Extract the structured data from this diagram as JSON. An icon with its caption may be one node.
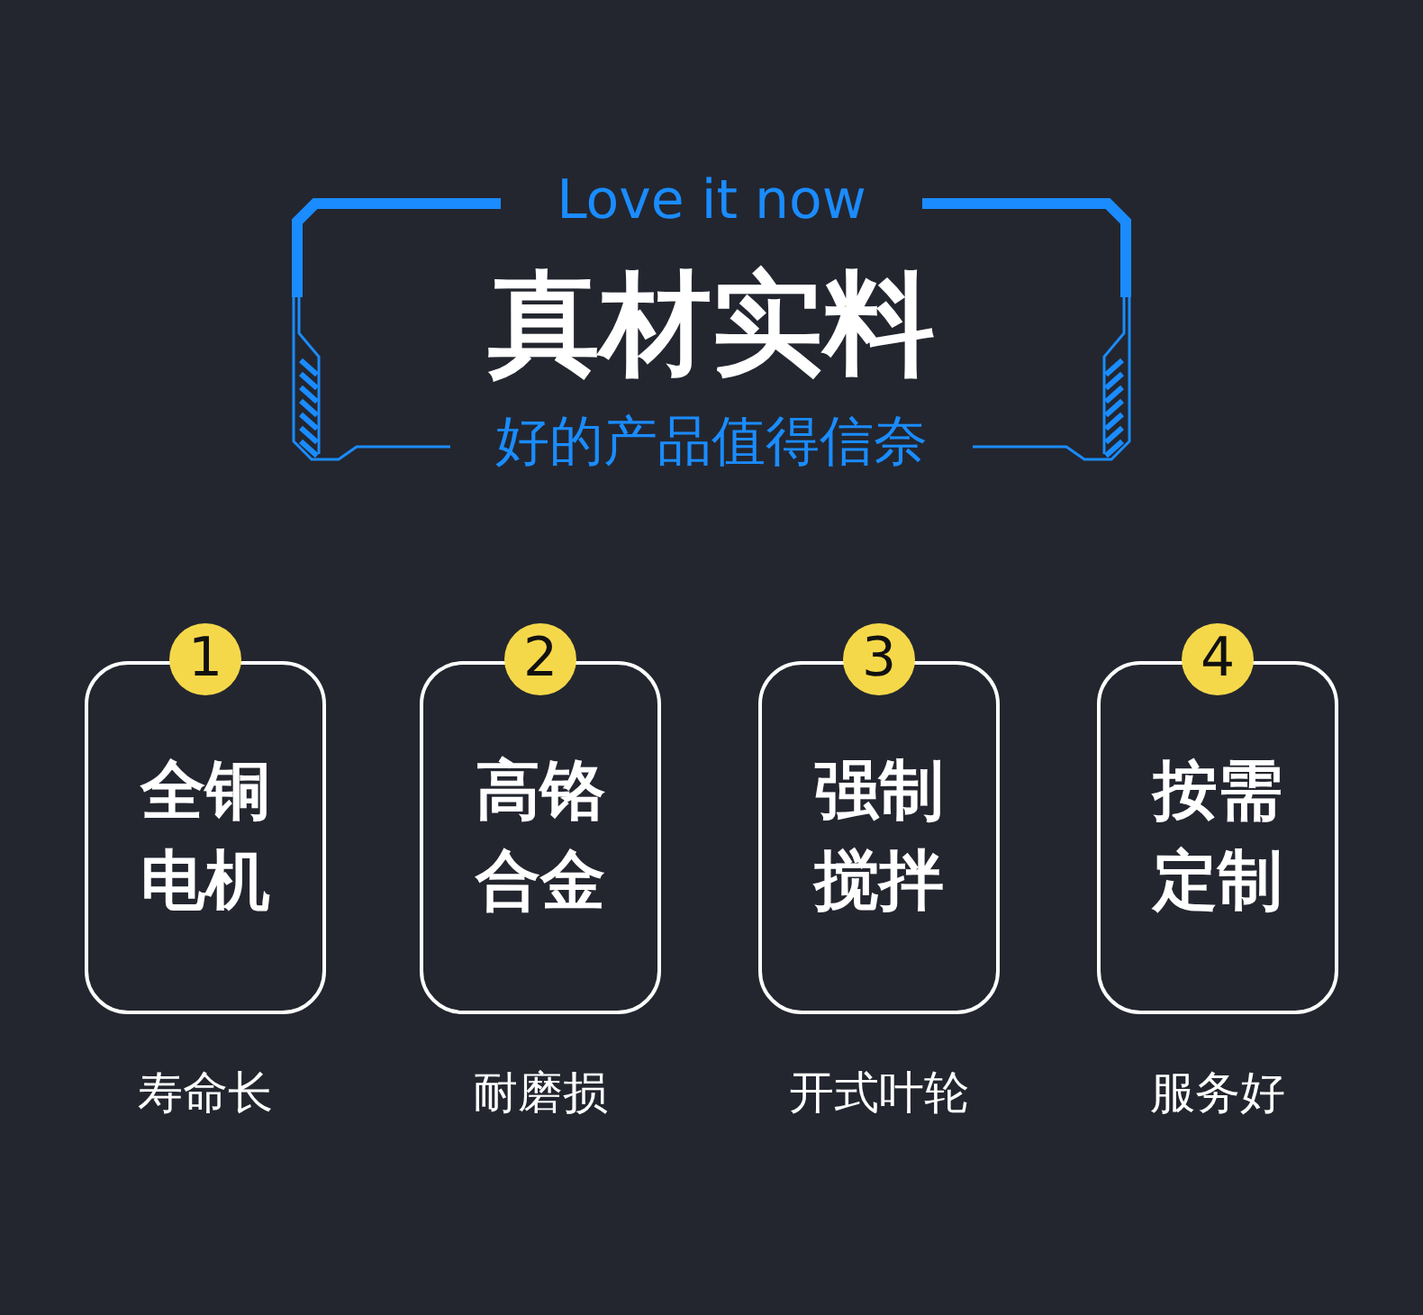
{
  "diagram": {
    "title": "真材实料",
    "nodes": [
      {
        "text": [
          "1",
          "全铜电机"
        ],
        "beside": [
          "寿命长"
        ]
      },
      {
        "text": [
          "2",
          "高铬合金"
        ],
        "beside": [
          "耐磨损"
        ]
      },
      {
        "text": [
          "3",
          "强制搅拌"
        ],
        "beside": [
          "开式叶轮"
        ]
      },
      {
        "text": [
          "4",
          "按需定制"
        ],
        "beside": [
          "服务好"
        ]
      }
    ],
    "labels": [
      "Love it now",
      "好的产品值得信奈"
    ]
  }
}
